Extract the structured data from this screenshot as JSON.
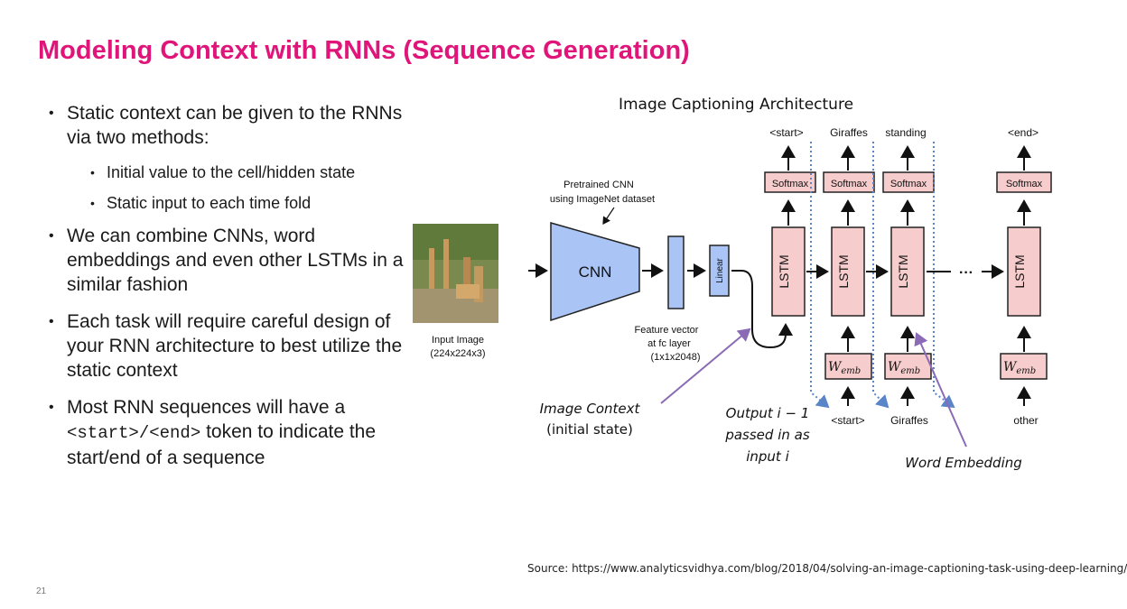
{
  "slide": {
    "title": "Modeling Context with RNNs (Sequence Generation)",
    "page_number": "21",
    "source": "Source: https://www.analyticsvidhya.com/blog/2018/04/solving-an-image-captioning-task-using-deep-learning/"
  },
  "bullets": {
    "b1": "Static context can be given to the RNNs via two methods:",
    "b1_sub1": "Initial value to the cell/hidden state",
    "b1_sub2": "Static input to each time fold",
    "b2": "We can combine CNNs, word embeddings and even other LSTMs in a similar fashion",
    "b3": "Each task will require careful design of your RNN architecture to best utilize the static context",
    "b4_pre": "Most RNN sequences will have a",
    "b4_code": "<start>/<end>",
    "b4_post": "token to indicate the start/end of a sequence"
  },
  "diagram": {
    "title": "Image Captioning Architecture",
    "input_label_1": "Input Image",
    "input_label_2": "(224x224x3)",
    "cnn_note_1": "Pretrained CNN",
    "cnn_note_2": "using ImageNet dataset",
    "cnn_label": "CNN",
    "linear_label": "Linear",
    "feature_1": "Feature vector",
    "feature_2": "at fc layer",
    "feature_3": "(1x1x2048)",
    "lstm_label": "LSTM",
    "softmax_label": "Softmax",
    "emb_label": "W",
    "emb_sub": "emb",
    "ellipsis": "···",
    "outputs": [
      "<start>",
      "Giraffes",
      "standing",
      "<end>"
    ],
    "inputs": [
      "<start>",
      "Giraffes",
      "other"
    ],
    "annot_context_1": "Image Context",
    "annot_context_2": "(initial state)",
    "annot_output_1": "Output i − 1",
    "annot_output_2": "passed in as",
    "annot_output_3": "input i",
    "annot_embedding": "Word Embedding"
  },
  "colors": {
    "title": "#e0157a",
    "cnn_fill": "#a9c4f5",
    "lstm_fill": "#f7cccc",
    "annotation_arrow": "#8b6bb5",
    "dotted_arrow": "#5a85c9"
  }
}
